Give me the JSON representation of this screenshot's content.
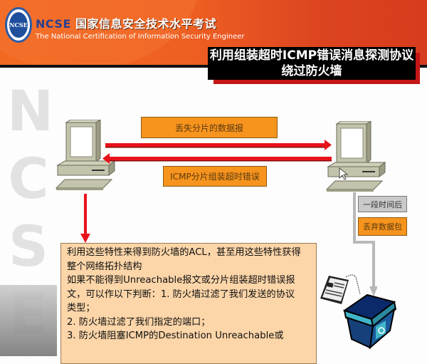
{
  "header": {
    "logo_text": "NCSE",
    "brand_short": "NCSE",
    "brand_cn": "国家信息安全技术水平考试",
    "brand_en": "The National Certification of Information Security Engineer"
  },
  "slide": {
    "title_line1": "利用组装超时ICMP错误消息探测协议",
    "title_line2": "绕过防火墙",
    "watermark": "NCSE"
  },
  "diagram": {
    "forward_label": "丢失分片的数据报",
    "reverse_label": "ICMP分片组装超时错误",
    "wait_label": "一段时间后",
    "drop_label": "丢弃数据包",
    "colors": {
      "arrow": "#e8121a",
      "label_fill": "#f7941d",
      "gray_fill": "#c9c9c9",
      "textbox_fill": "#fcd5a8"
    }
  },
  "explanation": {
    "lines": [
      "利用这些特性来得到防火墙的ACL，甚至用这些特性获得",
      "整个网络拓扑结构",
      "如果不能得到Unreachable报文或分片组装超时错误报",
      "文，可以作以下判断：1. 防火墙过滤了我们发送的协议",
      "类型；",
      "2. 防火墙过滤了我们指定的端口；",
      "3. 防火墙阻塞ICMP的Destination Unreachable或"
    ]
  }
}
